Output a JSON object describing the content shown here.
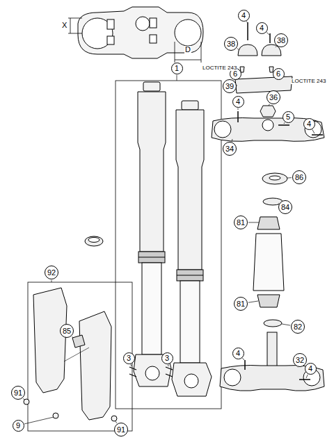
{
  "diagram": {
    "nodes": [
      {
        "text": [
          "4"
        ]
      },
      {
        "text": [
          "4"
        ]
      },
      {
        "text": [
          "38"
        ]
      },
      {
        "text": [
          "38"
        ]
      },
      {
        "text": [
          "1"
        ]
      },
      {
        "text": [
          "6"
        ]
      },
      {
        "text": [
          "6"
        ]
      },
      {
        "text": [
          "39"
        ]
      },
      {
        "text": [
          "4"
        ]
      },
      {
        "text": [
          "36"
        ]
      },
      {
        "text": [
          "5"
        ]
      },
      {
        "text": [
          "4"
        ]
      },
      {
        "text": [
          "34"
        ]
      },
      {
        "text": [
          "86"
        ]
      },
      {
        "text": [
          "84"
        ]
      },
      {
        "text": [
          "81"
        ]
      },
      {
        "text": [
          "92"
        ]
      },
      {
        "text": [
          "81"
        ]
      },
      {
        "text": [
          "82"
        ]
      },
      {
        "text": [
          "85"
        ]
      },
      {
        "text": [
          "4"
        ]
      },
      {
        "text": [
          "3"
        ]
      },
      {
        "text": [
          "3"
        ]
      },
      {
        "text": [
          "32"
        ]
      },
      {
        "text": [
          "4"
        ]
      },
      {
        "text": [
          "91"
        ]
      },
      {
        "text": [
          "9"
        ]
      },
      {
        "text": [
          "91"
        ]
      }
    ],
    "labels": [
      "X",
      "D",
      "LOCTITE 243",
      "LOCTITE 243"
    ]
  }
}
